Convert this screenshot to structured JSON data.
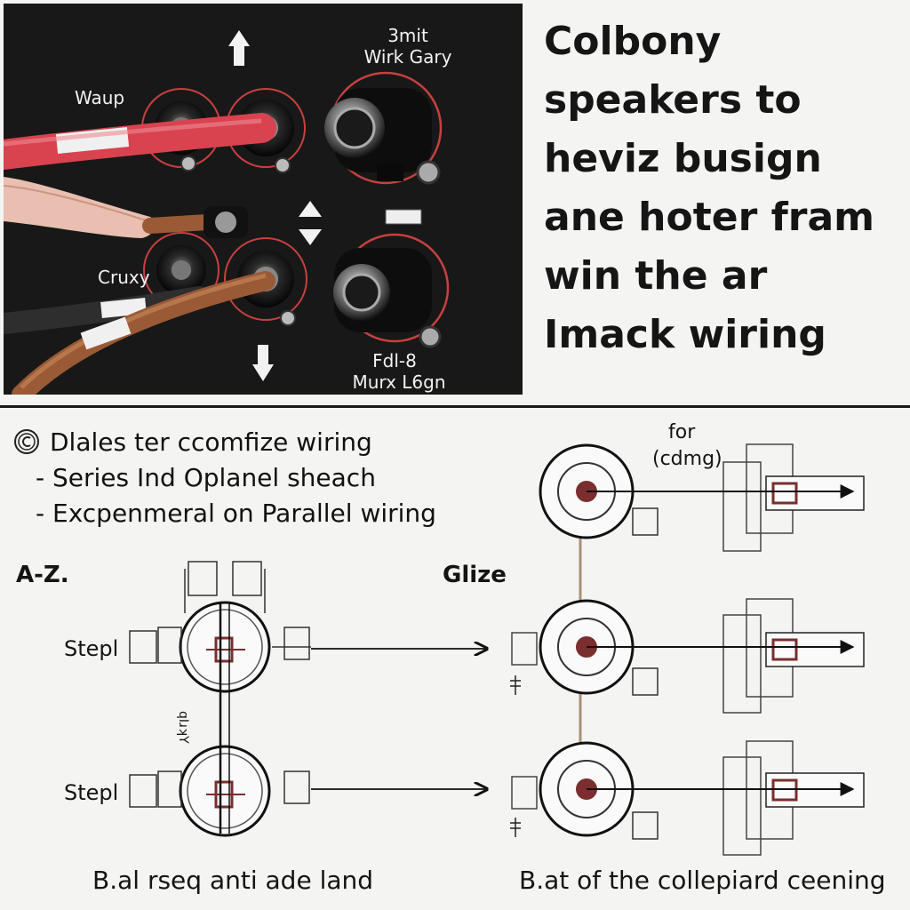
{
  "photo": {
    "labels": {
      "top_arrow_label_line1": "3mit",
      "top_arrow_label_line2": "Wirk Gary",
      "left_top": "Waup",
      "left_mid": "Cruxy",
      "bottom_line1": "Fdl-8",
      "bottom_line2": "Murx L6gn"
    },
    "colors": {
      "panel": "#141414",
      "red_wire": "#d8434f",
      "brown_wire": "#9a5a36",
      "ring": "#c84040"
    }
  },
  "headline": {
    "lines": [
      "Colbony",
      "speakers to",
      "heviz busign",
      "ane hoter fram",
      "win the ar",
      "Imack wiring"
    ]
  },
  "notes": {
    "line1": "Dlales ter ccomfize wiring",
    "line2": "- Series Ind Oplanel sheach",
    "line3": "- Excpenmeral on Parallel wiring",
    "icon": "copyright-icon"
  },
  "diagram": {
    "left_title": "A-Z.",
    "left_step_top": "Stepl",
    "left_step_bottom": "Stepl",
    "left_vertical": "qIɹʞY",
    "left_caption": "B.al rseq anti ade land",
    "center_label": "Glize",
    "right_top_label_line1": "for",
    "right_top_label_line2": "(cdmg)",
    "right_caption": "B.at of the collepiard ceening",
    "wire_color": "#a89078",
    "terminal_color": "#7a2e2e"
  }
}
